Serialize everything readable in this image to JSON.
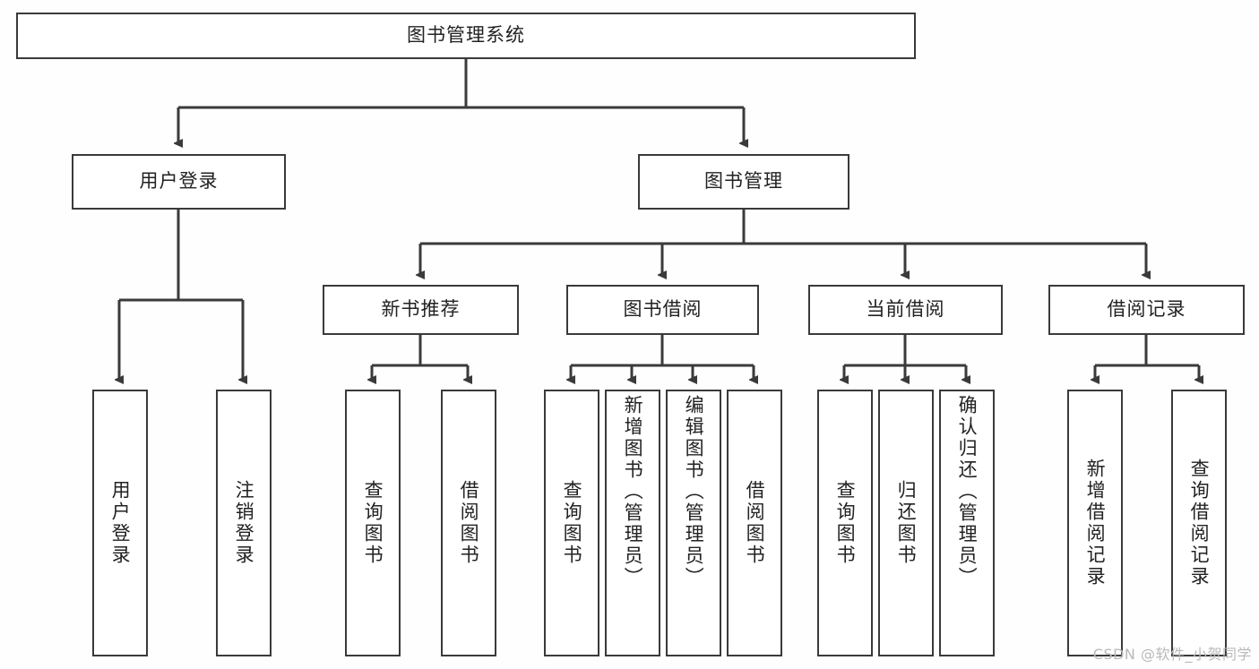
{
  "diagram": {
    "title": "图书管理系统",
    "watermark": "CSDN @软件_小贺同学",
    "colors": {
      "stroke": "#3a3a3a",
      "fill": "#ffffff",
      "text": "#222222",
      "background": "#fefefe",
      "watermark": "#b9b9b9"
    },
    "root": {
      "label": "图书管理系统"
    },
    "level2": [
      {
        "label": "用户登录"
      },
      {
        "label": "图书管理"
      }
    ],
    "level3": [
      {
        "label": "新书推荐"
      },
      {
        "label": "图书借阅"
      },
      {
        "label": "当前借阅"
      },
      {
        "label": "借阅记录"
      }
    ],
    "leaves": {
      "user_login": [
        {
          "label": "用户登录"
        },
        {
          "label": "注销登录"
        }
      ],
      "new_book": [
        {
          "label": "查询图书"
        },
        {
          "label": "借阅图书"
        }
      ],
      "book_borrow": [
        {
          "label": "查询图书"
        },
        {
          "label": "新增图书（管理员）"
        },
        {
          "label": "编辑图书（管理员）"
        },
        {
          "label": "借阅图书"
        }
      ],
      "current_borrow": [
        {
          "label": "查询图书"
        },
        {
          "label": "归还图书"
        },
        {
          "label": "确认归还（管理员）"
        }
      ],
      "borrow_record": [
        {
          "label": "新增借阅记录"
        },
        {
          "label": "查询借阅记录"
        }
      ]
    }
  }
}
